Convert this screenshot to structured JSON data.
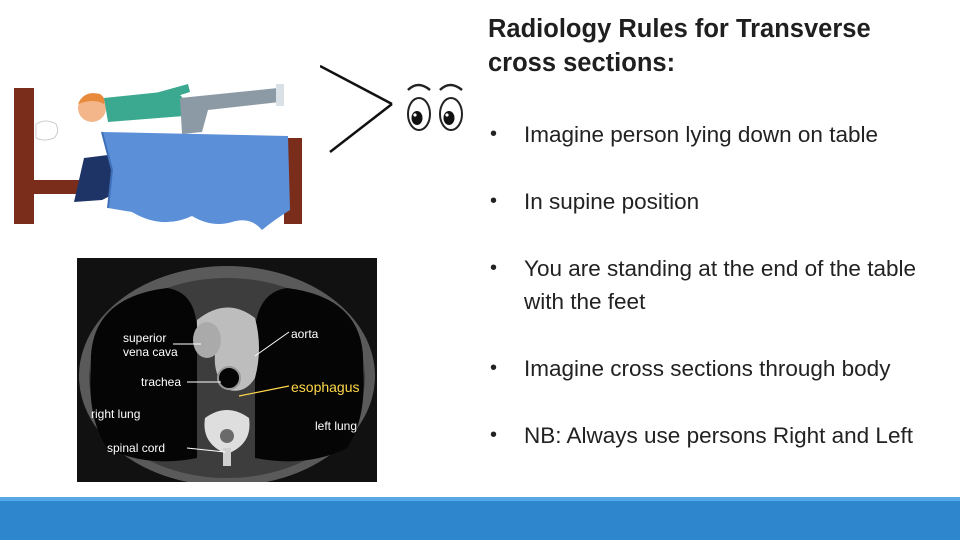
{
  "title": "Radiology Rules for Transverse cross sections:",
  "bullets": [
    "Imagine person lying down on table",
    "In supine position",
    "You are standing at the end of the table with the feet",
    "Imagine cross sections through body",
    "NB: Always use persons Right and Left"
  ],
  "bullet_char": "•",
  "ct_labels": {
    "superior_line1": "superior",
    "superior_line2": "vena cava",
    "aorta": "aorta",
    "trachea": "trachea",
    "esophagus": "esophagus",
    "right_lung": "right lung",
    "left_lung": "left lung",
    "spinal_cord": "spinal cord"
  },
  "colors": {
    "footer": "#2e86cd",
    "sheet": "#5b8fd8",
    "bed": "#7a2d1a",
    "shirt": "#3aa98f",
    "pants": "#8c9aa6",
    "esophagus_label": "#ffd84a"
  },
  "icons": [
    "patient-on-bed-illustration",
    "viewing-lines-icon",
    "eyes-icon",
    "ct-scan-image"
  ]
}
